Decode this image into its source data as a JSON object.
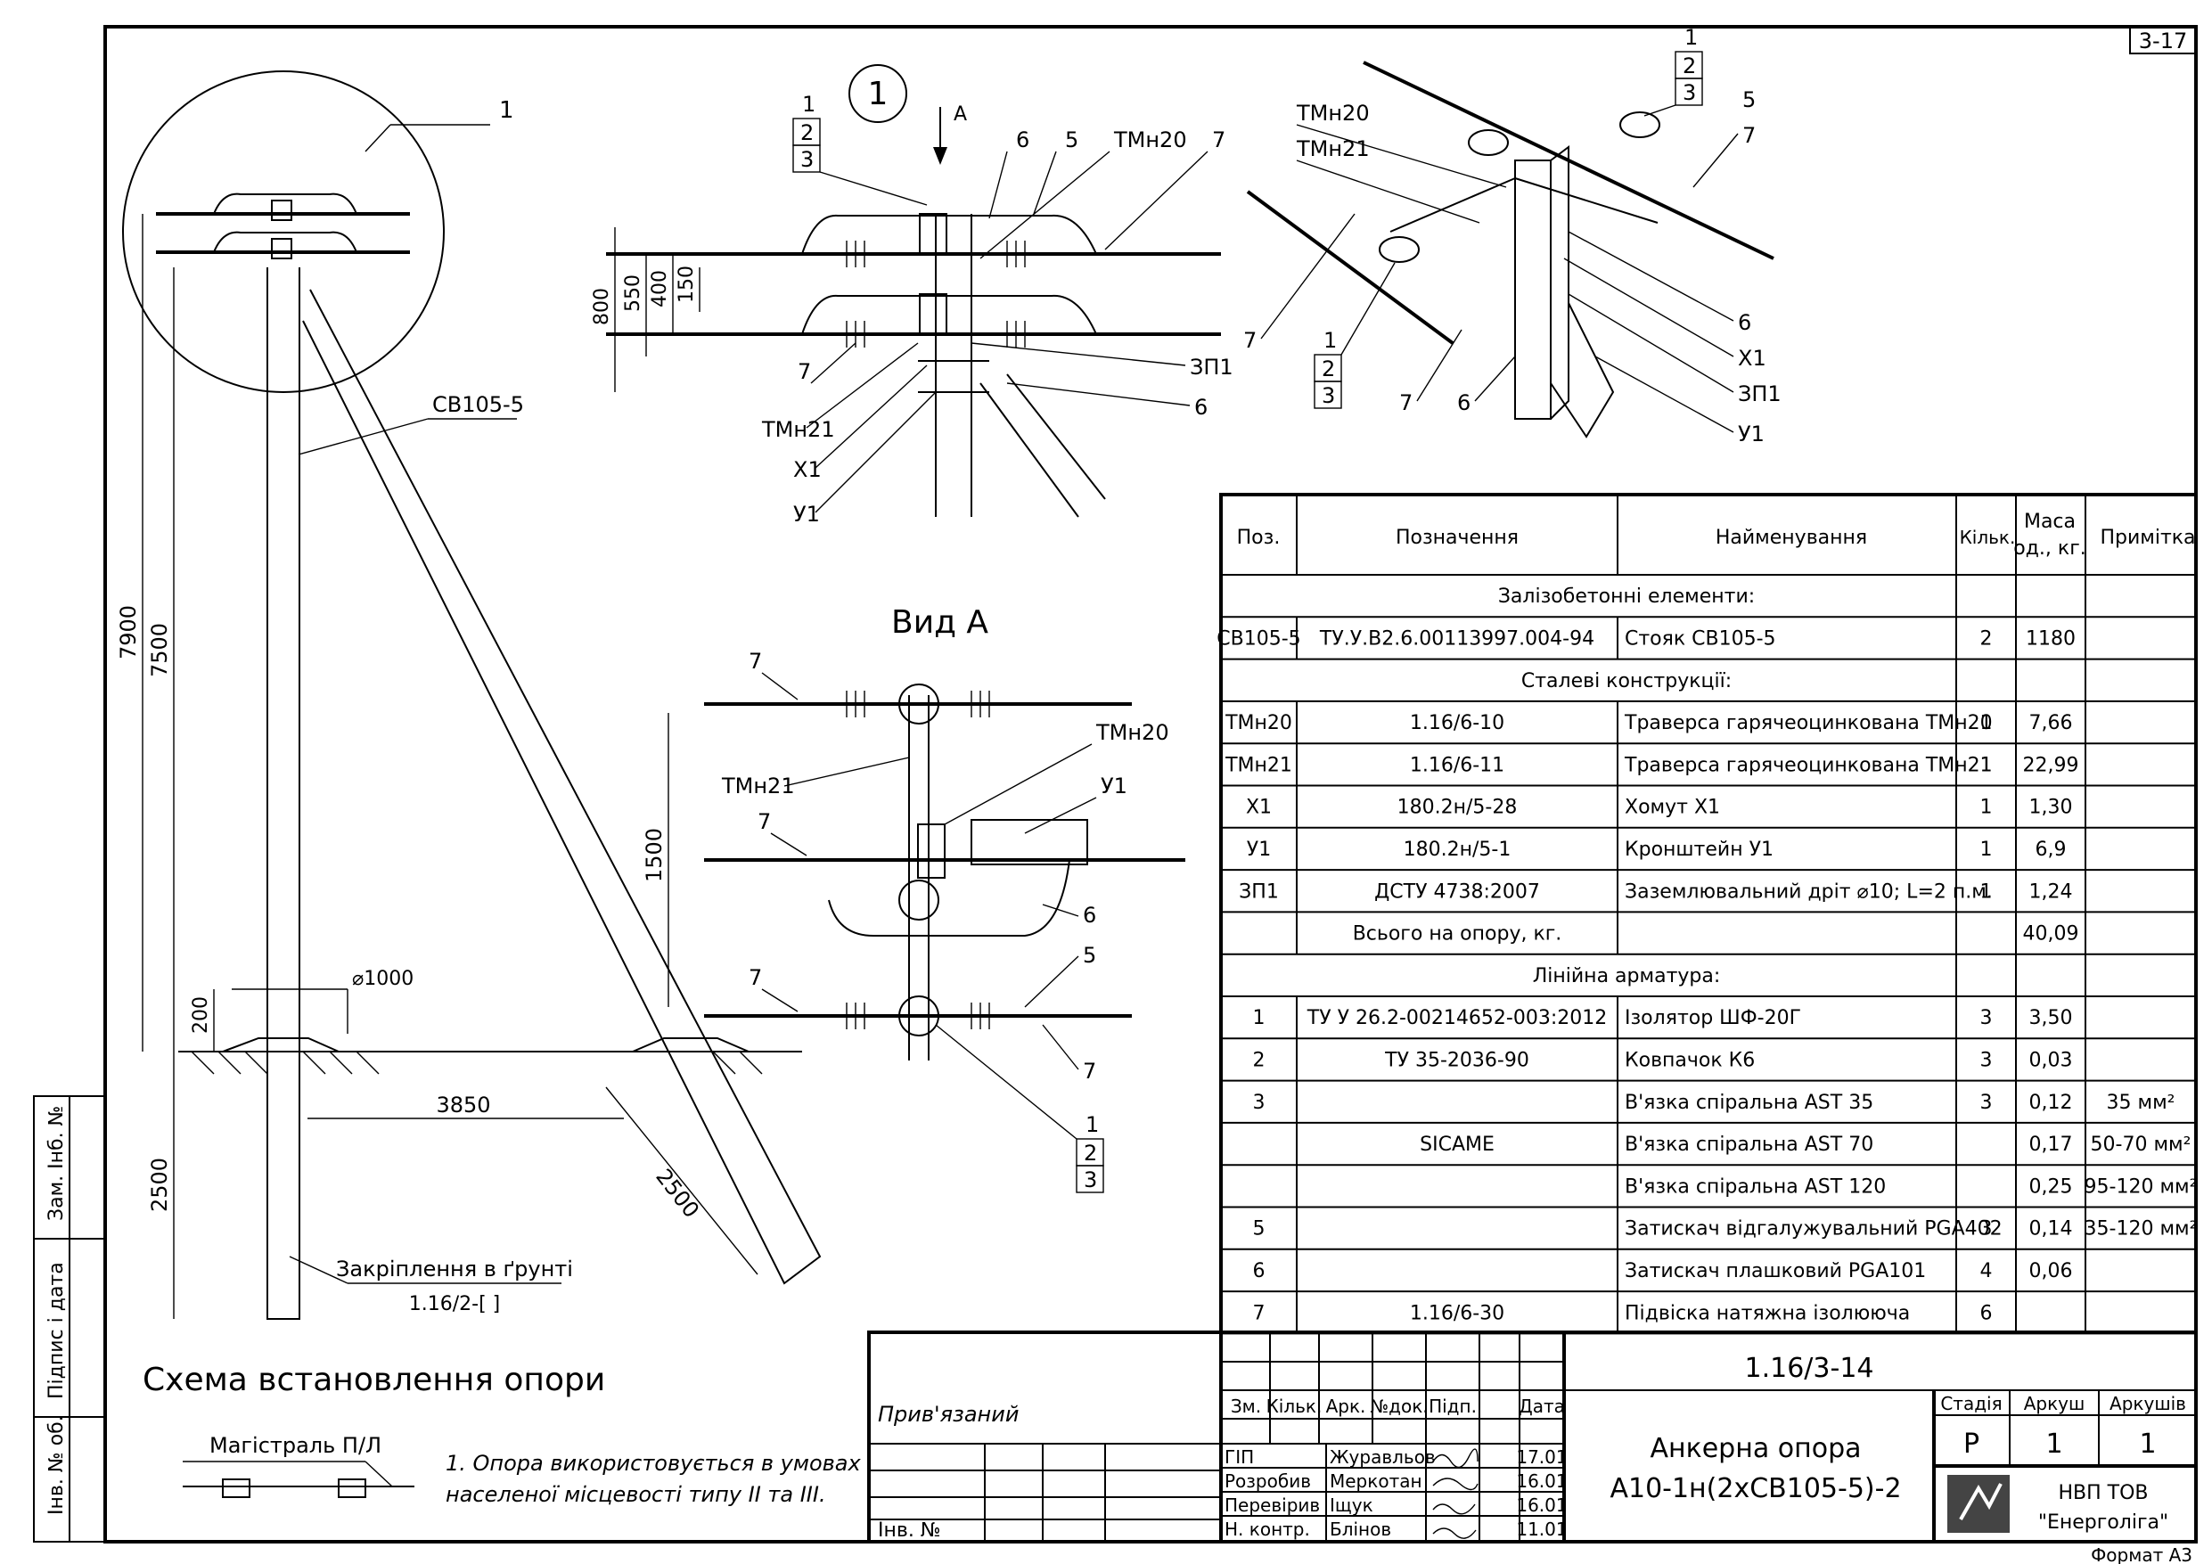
{
  "sheet": {
    "number": "3-17",
    "format": "Формат А3"
  },
  "side_stamp": [
    "Інв. № об.",
    "Підпис і дата",
    "Зам. Інб. №"
  ],
  "drawing": {
    "scheme_title": "Схема встановлення опори",
    "main_view": {
      "callout_1": "1",
      "stand_label": "СВ105-5",
      "dims": {
        "h7900": "7900",
        "h7500": "7500",
        "h2500": "2500",
        "h200": "200",
        "d1000": "⌀1000",
        "w3850": "3850",
        "s2500": "2500"
      },
      "anchor_label": "Закріплення в ґрунті",
      "anchor_ref": "1.16/2-[    ]"
    },
    "detail": {
      "circle": "1",
      "view_arrow": "А",
      "stack": [
        "1",
        "2",
        "3"
      ],
      "labels": {
        "l6": "6",
        "l5": "5",
        "tmn20": "ТМн20",
        "l7": "7",
        "l7b": "7",
        "tmn21": "ТМн21",
        "x1": "Х1",
        "u1": "У1",
        "zp1": "ЗП1",
        "l6b": "6"
      },
      "dims": {
        "d800": "800",
        "d550": "550",
        "d400": "400",
        "d150": "150"
      }
    },
    "view_a": {
      "title": "Вид А",
      "labels": {
        "l7a": "7",
        "tmn21": "ТМн21",
        "tmn20": "ТМн20",
        "u1": "У1",
        "l7b": "7",
        "l6": "6",
        "l5": "5",
        "l7c": "7",
        "l7d": "7"
      },
      "stack": [
        "1",
        "2",
        "3"
      ],
      "dim1500": "1500"
    },
    "iso": {
      "stack_top": [
        "1",
        "2",
        "3"
      ],
      "stack_left": [
        "1",
        "2",
        "3"
      ],
      "labels": {
        "tmn20": "ТМн20",
        "tmn21": "ТМн21",
        "l5": "5",
        "l7r": "7",
        "l7l": "7",
        "l7m": "7",
        "l6": "6",
        "l6r": "6",
        "x1": "Х1",
        "zp1": "ЗП1",
        "u1": "У1"
      }
    },
    "note": [
      "1. Опора використовується в умовах",
      "населеної місцевості типу ІІ та ІІІ."
    ],
    "legend": {
      "title": "Магістраль П/Л"
    }
  },
  "spec_table": {
    "headers": [
      "Поз.",
      "Позначення",
      "Найменування",
      "Кільк.",
      "Маса од., кг.",
      "Примітка"
    ],
    "mass_header_lines": [
      "Маса",
      "од., кг."
    ],
    "rows": [
      {
        "section": "Залізобетонні елементи:"
      },
      {
        "pos": "СВ105-5",
        "code": "ТУ.У.В2.6.00113997.004-94",
        "name": "Стояк СВ105-5",
        "qty": "2",
        "mass": "1180",
        "note": ""
      },
      {
        "section": "Сталеві конструкції:"
      },
      {
        "pos": "ТМн20",
        "code": "1.16/6-10",
        "name": "Траверса гарячеоцинкована ТМн20",
        "qty": "1",
        "mass": "7,66",
        "note": ""
      },
      {
        "pos": "ТМн21",
        "code": "1.16/6-11",
        "name": "Траверса гарячеоцинкована ТМн21",
        "qty": "1",
        "mass": "22,99",
        "note": ""
      },
      {
        "pos": "Х1",
        "code": "180.2н/5-28",
        "name": "Хомут Х1",
        "qty": "1",
        "mass": "1,30",
        "note": ""
      },
      {
        "pos": "У1",
        "code": "180.2н/5-1",
        "name": "Кронштейн У1",
        "qty": "1",
        "mass": "6,9",
        "note": ""
      },
      {
        "pos": "ЗП1",
        "code": "ДСТУ 4738:2007",
        "name": "Заземлювальний дріт ⌀10; L=2 п.м.",
        "qty": "1",
        "mass": "1,24",
        "note": ""
      },
      {
        "pos": "",
        "code": "Всього на опору, кг.",
        "name": "",
        "qty": "",
        "mass": "40,09",
        "note": ""
      },
      {
        "section": "Лінійна арматура:"
      },
      {
        "pos": "1",
        "code": "ТУ У 26.2-00214652-003:2012",
        "name": "Ізолятор ШФ-20Г",
        "qty": "3",
        "mass": "3,50",
        "note": ""
      },
      {
        "pos": "2",
        "code": "ТУ 35-2036-90",
        "name": "Ковпачок К6",
        "qty": "3",
        "mass": "0,03",
        "note": ""
      },
      {
        "pos": "3",
        "code": "",
        "name": "В'язка спіральна AST 35",
        "qty": "3",
        "mass": "0,12",
        "note": "35 мм²"
      },
      {
        "pos": "",
        "code": "SICAME",
        "name": "В'язка спіральна AST 70",
        "qty": "",
        "mass": "0,17",
        "note": "50-70 мм²"
      },
      {
        "pos": "",
        "code": "",
        "name": "В'язка спіральна AST 120",
        "qty": "",
        "mass": "0,25",
        "note": "95-120 мм²"
      },
      {
        "pos": "5",
        "code": "",
        "name": "Затискач відгалужувальний PGA402",
        "qty": "3",
        "mass": "0,14",
        "note": "35-120 мм²"
      },
      {
        "pos": "6",
        "code": "",
        "name": "Затискач плашковий PGA101",
        "qty": "4",
        "mass": "0,06",
        "note": ""
      },
      {
        "pos": "7",
        "code": "1.16/6-30",
        "name": "Підвіска натяжна ізолююча",
        "qty": "6",
        "mass": "",
        "note": ""
      }
    ]
  },
  "title_block": {
    "doc_code": "1.16/3-14",
    "tied_label": "Прив'язаний",
    "inv_label": "Інв. №",
    "col_headers": [
      "Зм.",
      "Кільк.",
      "Арк.",
      "№док.",
      "Підп.",
      "Дата"
    ],
    "people": [
      {
        "role": "ГІП",
        "name": "Журавльов",
        "date": "17.01"
      },
      {
        "role": "Розробив",
        "name": "Меркотан",
        "date": "16.01"
      },
      {
        "role": "Перевірив",
        "name": "Іщук",
        "date": "16.01"
      },
      {
        "role": "Н. контр.",
        "name": "Блінов",
        "date": "11.01"
      }
    ],
    "title_lines": [
      "Анкерна опора",
      "А10-1н(2хСВ105-5)-2"
    ],
    "stage_headers": [
      "Стадія",
      "Аркуш",
      "Аркушів"
    ],
    "stage_values": [
      "Р",
      "1",
      "1"
    ],
    "company_lines": [
      "НВП ТОВ",
      "\"Енерголіга\""
    ]
  }
}
